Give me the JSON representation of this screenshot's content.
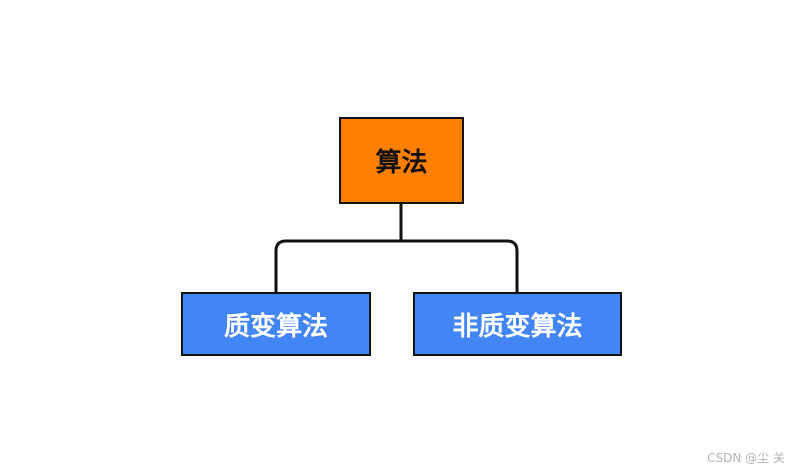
{
  "diagram": {
    "root": {
      "label": "算法",
      "fill": "#ff7f00"
    },
    "children": [
      {
        "label": "质变算法",
        "fill": "#4285f4"
      },
      {
        "label": "非质变算法",
        "fill": "#4285f4"
      }
    ],
    "line_color": "#111111"
  },
  "watermark": "CSDN @尘  关"
}
